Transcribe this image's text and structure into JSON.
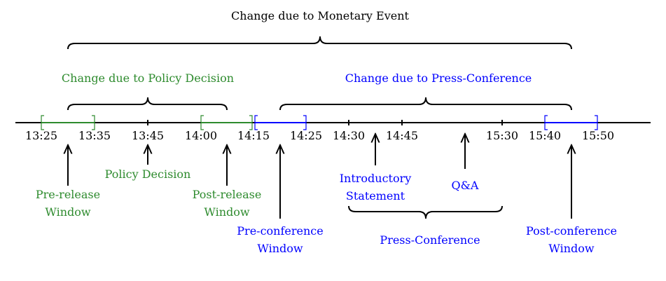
{
  "colors": {
    "black": "#000000",
    "green": "#2e8b2e",
    "blue": "#0000ff"
  },
  "title": "Change due to Monetary Event",
  "policy_brace_label": "Change due to Policy Decision",
  "press_brace_label": "Change due to Press-Conference",
  "times": [
    "13:25",
    "13:35",
    "13:45",
    "14:00",
    "14:15",
    "14:25",
    "14:30",
    "14:45",
    "15:30",
    "15:40",
    "15:50"
  ],
  "events": {
    "pre_release_window": [
      "Pre-release",
      "Window"
    ],
    "policy_decision": "Policy Decision",
    "post_release_window": [
      "Post-release",
      "Window"
    ],
    "pre_conference_window": [
      "Pre-conference",
      "Window"
    ],
    "introductory_statement": [
      "Introductory",
      "Statement"
    ],
    "qa": "Q&A",
    "press_conference": "Press-Conference",
    "post_conference_window": [
      "Post-conference",
      "Window"
    ]
  }
}
